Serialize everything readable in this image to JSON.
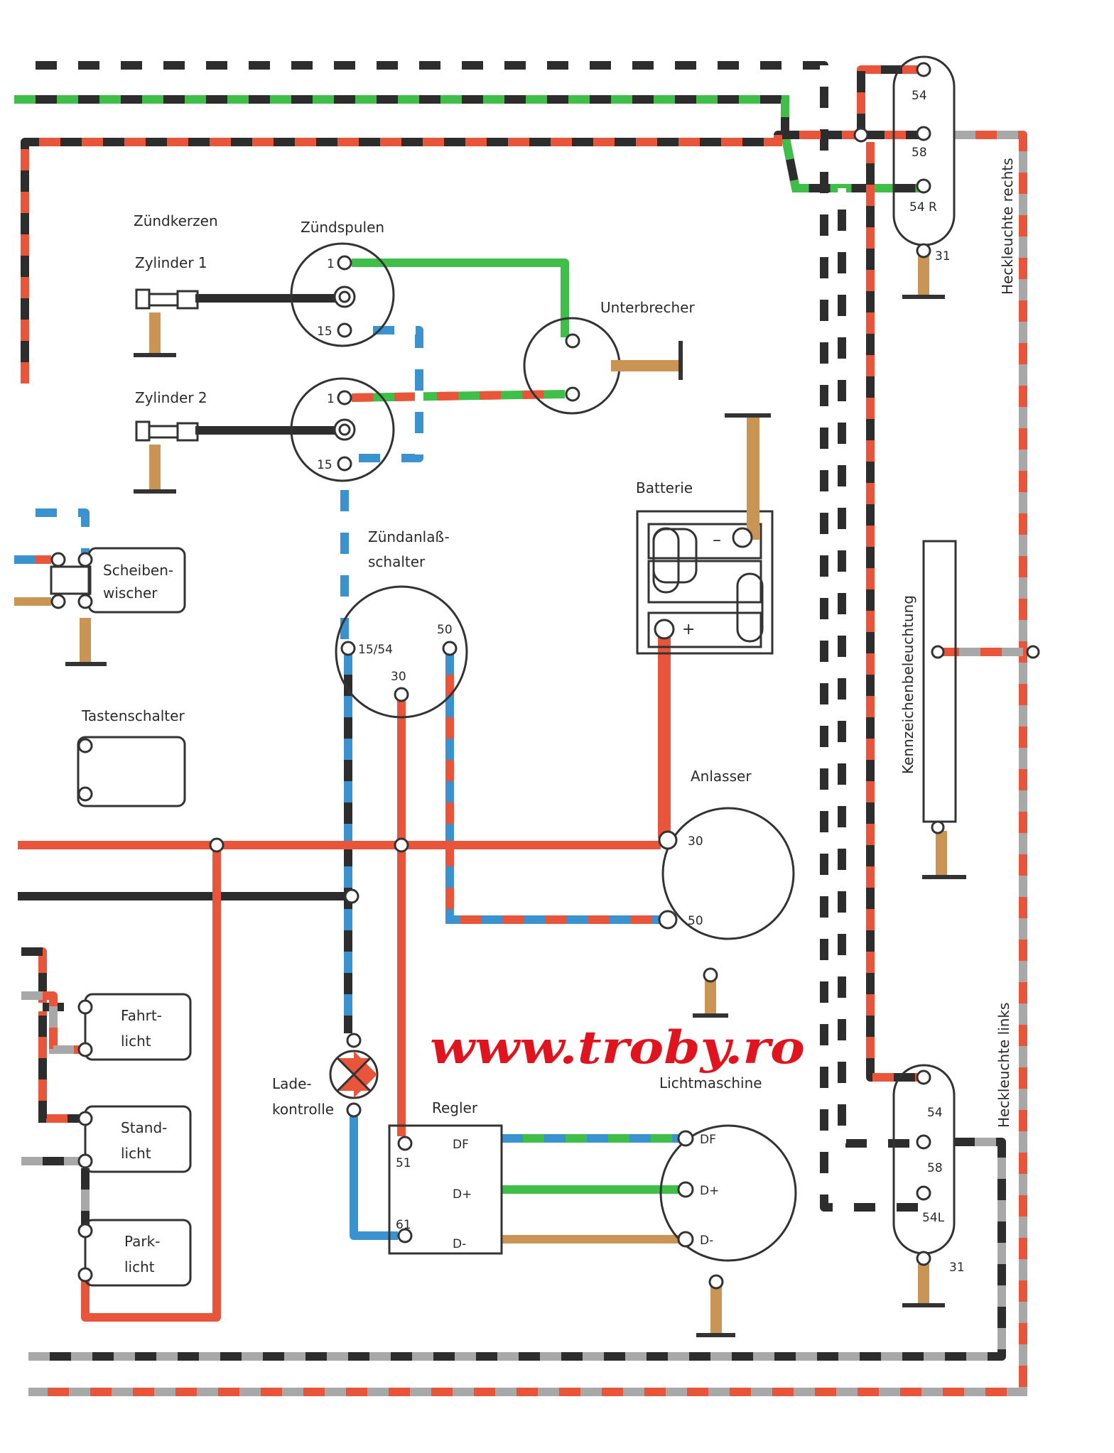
{
  "colors": {
    "red": "#e8553a",
    "black": "#2d2d2d",
    "green": "#3fbf4a",
    "blue": "#3a93cf",
    "brown": "#c99454",
    "grey": "#a8a8a8",
    "white": "#ffffff",
    "watermark": "#e0141e"
  },
  "labels": {
    "zuendkerzen": "Zündkerzen",
    "zylinder1": "Zylinder 1",
    "zylinder2": "Zylinder 2",
    "zuendspulen": "Zündspulen",
    "unterbrecher": "Unterbrecher",
    "batterie": "Batterie",
    "zuendanlass_1": "Zündanlaß-",
    "zuendanlass_2": "schalter",
    "scheiben_1": "Scheiben-",
    "scheiben_2": "wischer",
    "tastenschalter": "Tastenschalter",
    "anlasser": "Anlasser",
    "fahrt_1": "Fahrt-",
    "fahrt_2": "licht",
    "stand_1": "Stand-",
    "stand_2": "licht",
    "park_1": "Park-",
    "park_2": "licht",
    "lade_1": "Lade-",
    "lade_2": "kontrolle",
    "regler": "Regler",
    "lichtmaschine": "Lichtmaschine",
    "heckleuchte_rechts": "Heckleuchte rechts",
    "heckleuchte_links": "Heckleuchte links",
    "kennzeichen": "Kennzeichenbeleuchtung",
    "watermark": "www.troby.ro"
  },
  "pins": {
    "coil1_1": "1",
    "coil1_15": "15",
    "coil2_1": "1",
    "coil2_15": "15",
    "switch_1554": "15/54",
    "switch_50": "50",
    "switch_30": "30",
    "batt_minus": "–",
    "batt_plus": "+",
    "starter_30": "30",
    "starter_50": "50",
    "reg_df": "DF",
    "reg_dplus": "D+",
    "reg_dminus": "D-",
    "reg_51": "51",
    "reg_61": "61",
    "gen_df": "DF",
    "gen_dplus": "D+",
    "gen_dminus": "D-",
    "tr_54": "54",
    "tr_58": "58",
    "tr_54r": "54 R",
    "tr_31": "31",
    "tl_54": "54",
    "tl_58": "58",
    "tl_54l": "54L",
    "tl_31": "31"
  }
}
